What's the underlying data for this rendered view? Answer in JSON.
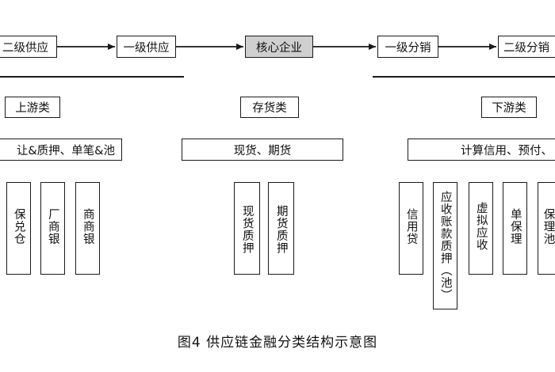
{
  "chain": {
    "secondary_supplier": "二级供应",
    "primary_supplier": "一级供应",
    "core_enterprise": "核心企业",
    "primary_distributor": "一级分销",
    "secondary_distributor": "二级分销"
  },
  "categories": {
    "upstream": {
      "title": "上游类",
      "modes": "让&质押、单笔&池",
      "items": [
        "保兑仓",
        "厂商银",
        "商商银"
      ]
    },
    "inventory": {
      "title": "存货类",
      "modes": "现货、期货",
      "items": [
        "现货质押",
        "期货质押"
      ]
    },
    "downstream": {
      "title": "下游类",
      "modes": "计算信用、预付、",
      "items": [
        "信用贷",
        "应收账款质押（池）",
        "虚拟应收",
        "单保理",
        "保理池"
      ]
    }
  },
  "caption": "图4  供应链金融分类结构示意图",
  "colors": {
    "core_fill": "#cfcfcf",
    "stroke": "#1a1a1a"
  }
}
